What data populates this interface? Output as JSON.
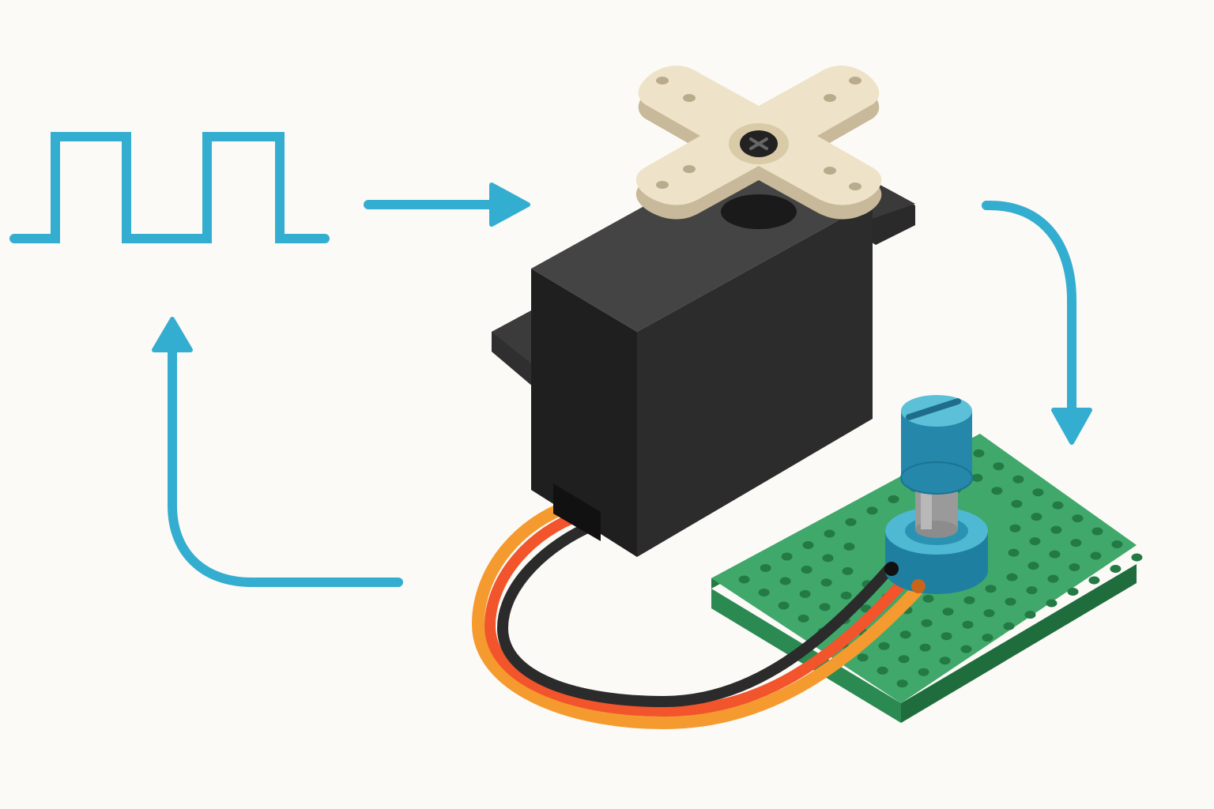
{
  "diagram": {
    "caption": "",
    "elements": {
      "pwm_signal": {
        "icon": "pwm-square-wave-icon",
        "pulses": 2
      },
      "servo_motor": {
        "icon": "servo-motor-icon",
        "horn": "cross-horn-icon"
      },
      "wires": {
        "colors": [
          "orange",
          "red",
          "black"
        ]
      },
      "potentiometer": {
        "icon": "potentiometer-icon"
      },
      "circuit_board": {
        "icon": "perfboard-icon"
      },
      "arrows": [
        "signal-to-servo-arrow",
        "servo-to-potentiometer-arrow",
        "feedback-to-signal-arrow"
      ]
    }
  },
  "colors": {
    "background": "#fcfaf6",
    "accent": "#33aed0",
    "servo_body": "#2a2a2a",
    "horn": "#eee3c8",
    "board": "#3fa86a",
    "knob": "#2aa0c3",
    "wire_orange": "#f7a43a",
    "wire_red": "#f2542b",
    "wire_black": "#2b2b2b"
  }
}
